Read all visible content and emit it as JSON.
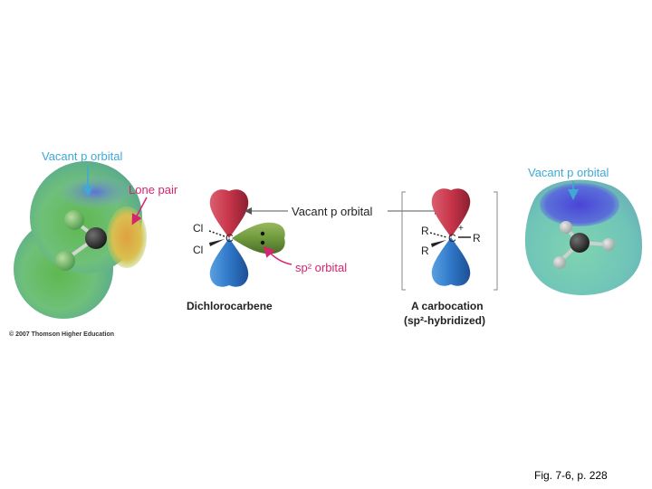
{
  "labels": {
    "vacant_p_left": "Vacant p orbital",
    "lone_pair": "Lone pair",
    "vacant_p_center": "Vacant p orbital",
    "sp2_orbital": "sp² orbital",
    "vacant_p_right": "Vacant p orbital",
    "dichlorocarbene": "Dichlorocarbene",
    "carbocation_line1": "A carbocation",
    "carbocation_line2": "(sp²-hybridized)",
    "copyright": "© 2007 Thomson Higher Education",
    "figure_ref": "Fig. 7-6, p. 228"
  },
  "atoms": {
    "cl_top": "Cl",
    "cl_bottom": "Cl",
    "c_carbene": "C",
    "r_top": "R",
    "r_bottom": "R",
    "r_right": "R",
    "c_cation": "C",
    "plus": "+"
  },
  "colors": {
    "callout_cyan": "#3fa9d6",
    "callout_pink": "#d6246f",
    "orbital_red": "#c8354a",
    "orbital_blue": "#2f78c8",
    "orbital_green": "#6e9a3c",
    "map_green": "#6fbf7a",
    "map_blue": "#4d5ee0"
  }
}
